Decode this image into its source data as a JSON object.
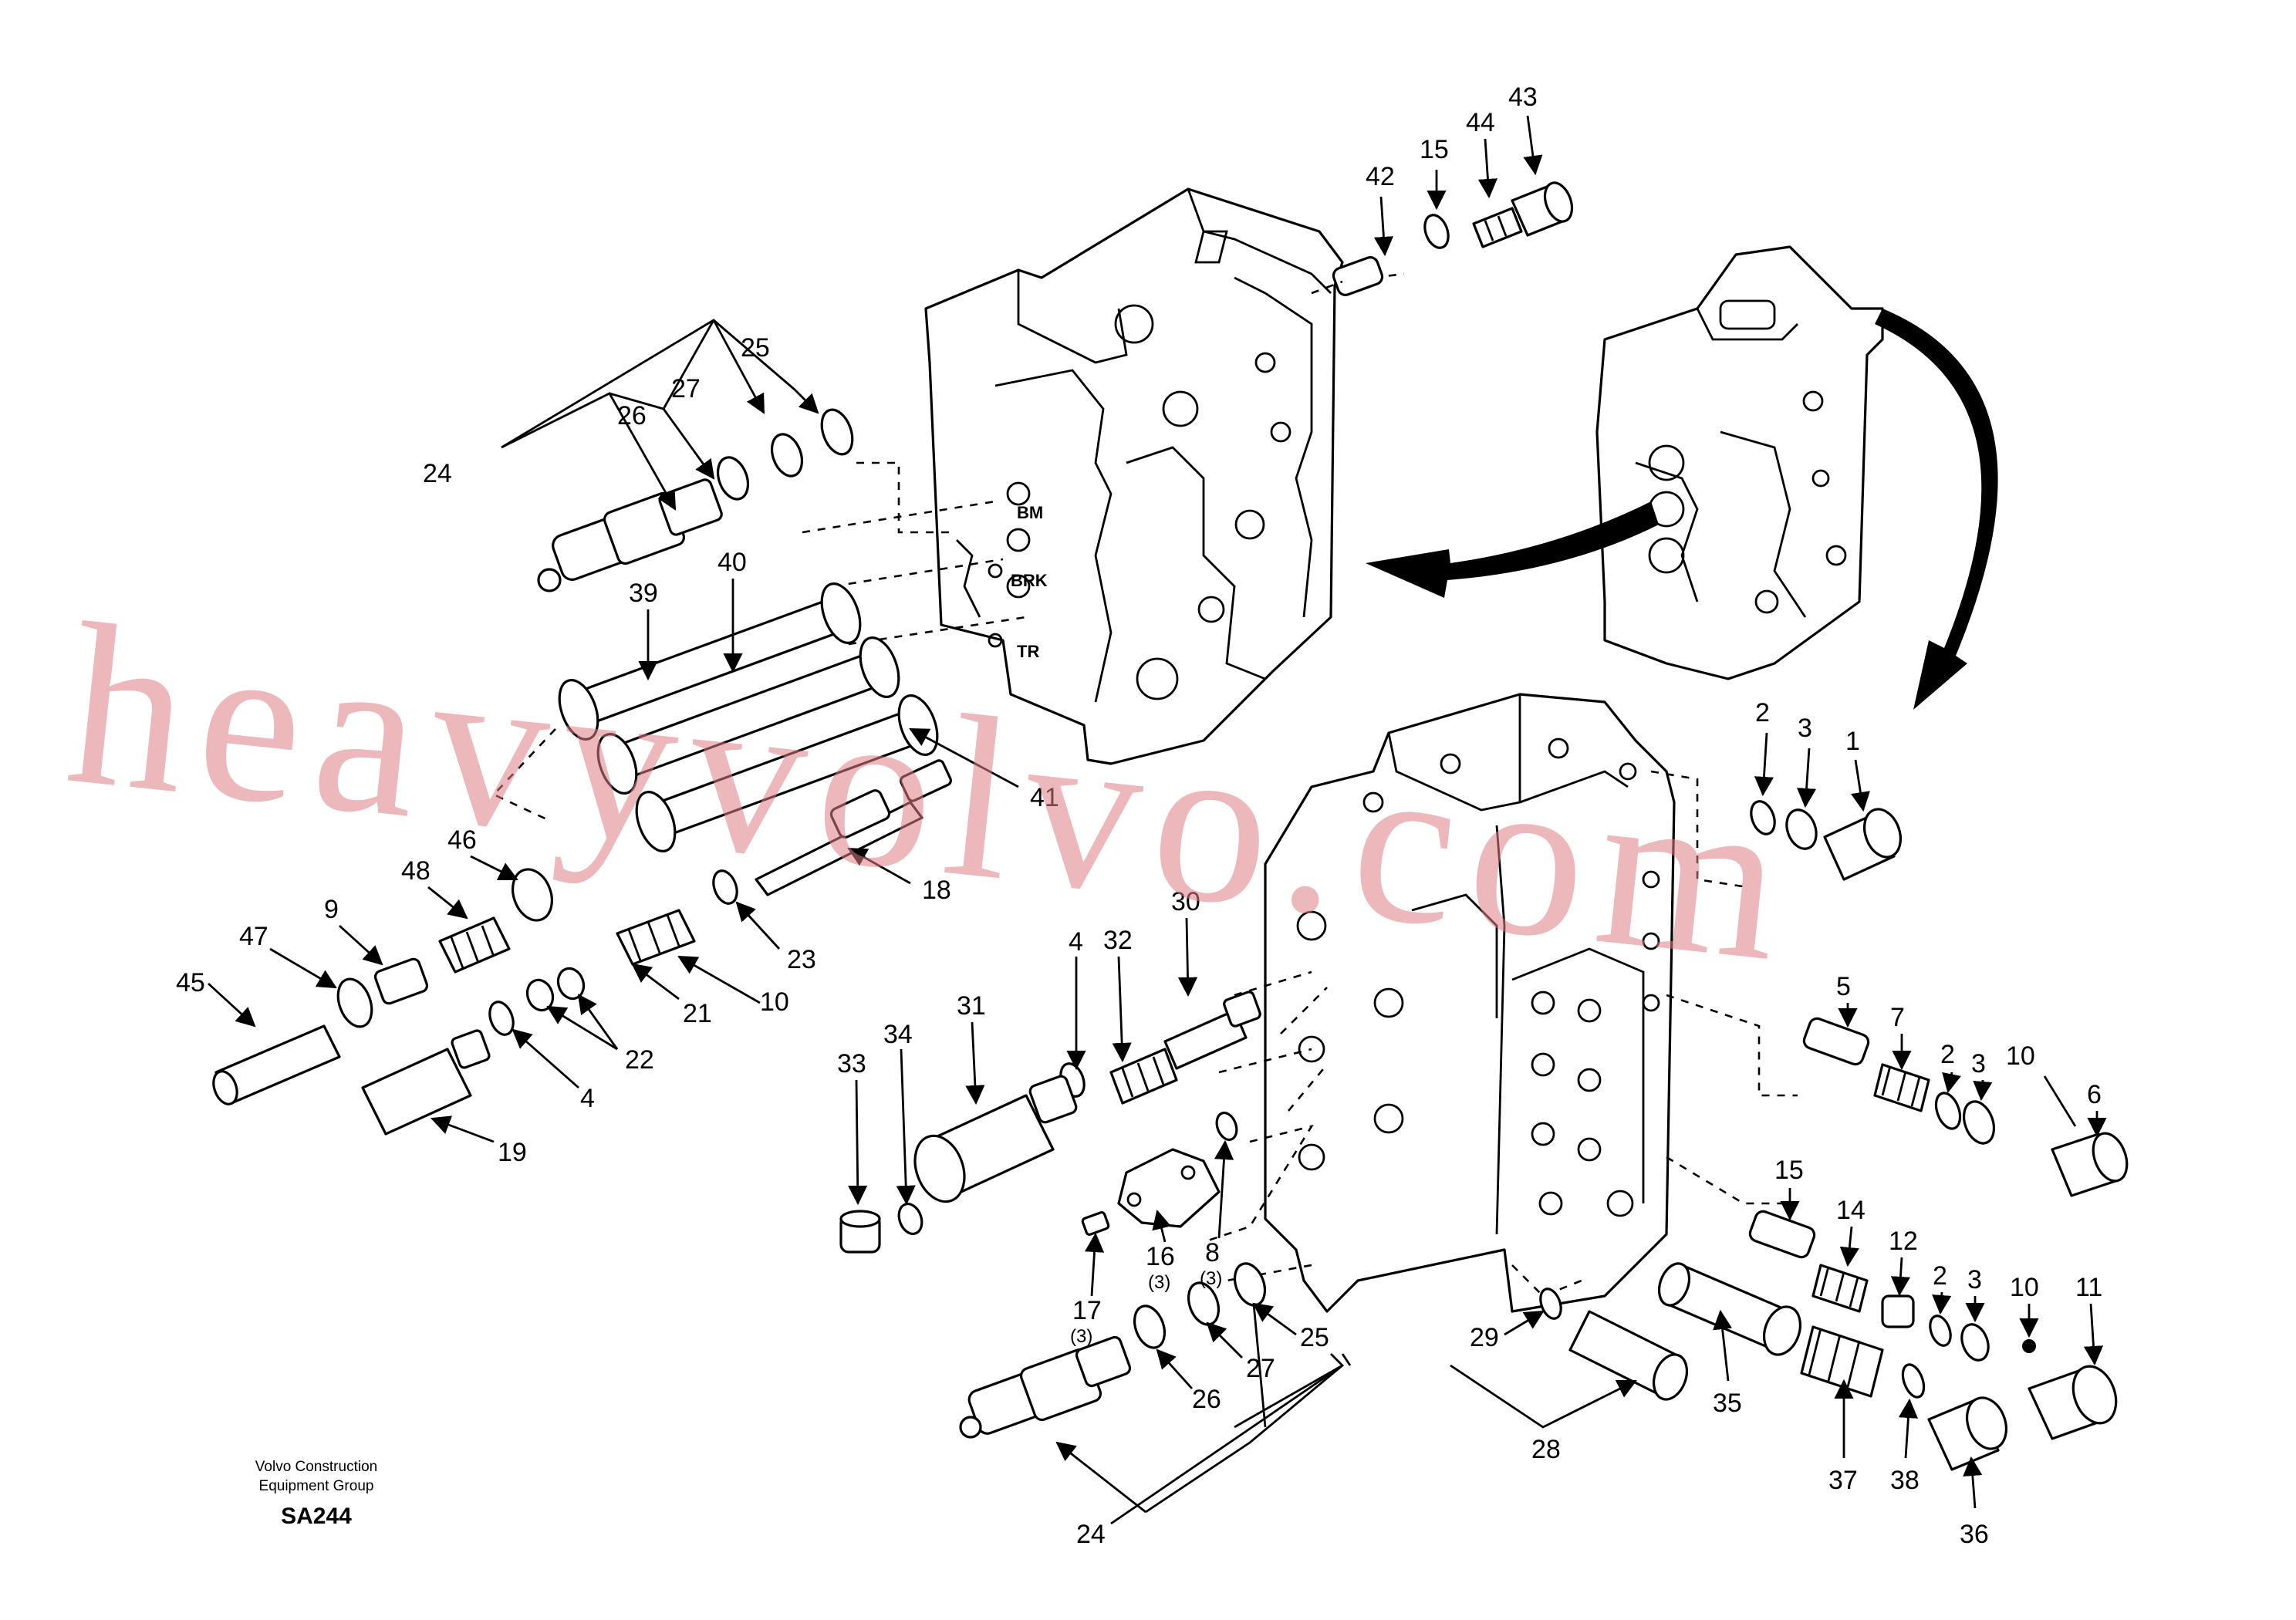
{
  "watermark": "heavyvolvo.com",
  "credit": {
    "line1": "Volvo Construction",
    "line2": "Equipment Group"
  },
  "drawing_code": "SA244",
  "ports": {
    "bm": "BM",
    "brk": "BRK",
    "tr": "TR"
  },
  "labels": {
    "l1": "1",
    "l2a": "2",
    "l2b": "2",
    "l2c": "2",
    "l3a": "3",
    "l3b": "3",
    "l3c": "3",
    "l4": "4",
    "l4b": "4",
    "l5": "5",
    "l6": "6",
    "l7": "7",
    "l8": "8",
    "l9": "9",
    "l10a": "10",
    "l10b": "10",
    "l10c": "10",
    "l11": "11",
    "l12": "12",
    "l14": "14",
    "l15a": "15",
    "l15b": "15",
    "l16": "16",
    "l17": "17",
    "l18": "18",
    "l19": "19",
    "l21": "21",
    "l22": "22",
    "l23": "23",
    "l24a": "24",
    "l24b": "24",
    "l25a": "25",
    "l25b": "25",
    "l26a": "26",
    "l26b": "26",
    "l27a": "27",
    "l27b": "27",
    "l28": "28",
    "l29": "29",
    "l30": "30",
    "l31": "31",
    "l32": "32",
    "l33": "33",
    "l34": "34",
    "l35": "35",
    "l36": "36",
    "l37": "37",
    "l38": "38",
    "l39": "39",
    "l40": "40",
    "l41": "41",
    "l42": "42",
    "l43": "43",
    "l44": "44",
    "l45": "45",
    "l46": "46",
    "l47": "47",
    "l48": "48"
  },
  "quantities": {
    "q8": "(3)",
    "q16": "(3)",
    "q17": "(3)"
  }
}
